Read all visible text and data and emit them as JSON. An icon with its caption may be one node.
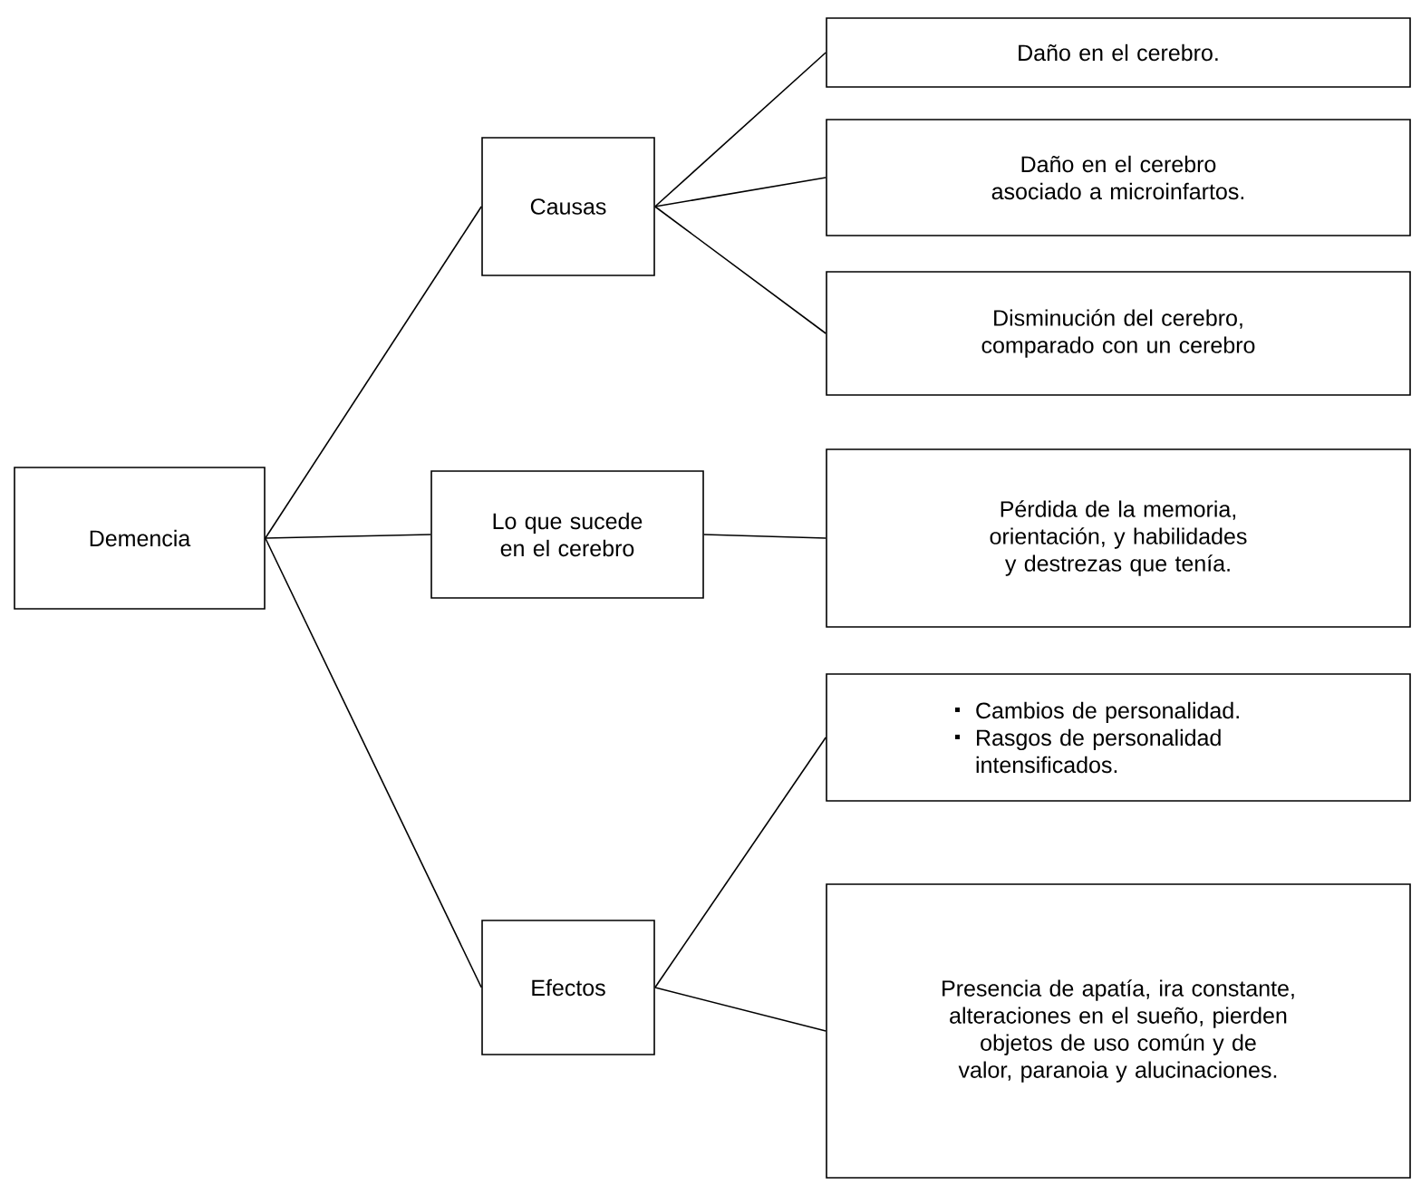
{
  "diagram": {
    "nodes": [
      {
        "text": [
          "Demencia"
        ]
      },
      {
        "text": [
          "Causas"
        ]
      },
      {
        "text": [
          "Lo que sucede en el cerebro"
        ]
      },
      {
        "text": [
          "Efectos"
        ]
      },
      {
        "text": [
          "Daño en el cerebro."
        ]
      },
      {
        "text": [
          "Daño en el cerebro asociado a microinfartos."
        ]
      },
      {
        "text": [
          "Disminución del cerebro, comparado con un cerebro"
        ]
      },
      {
        "text": [
          "Pérdida de la memoria, orientación, y habilidades y destrezas que tenía."
        ]
      },
      {
        "text": [
          "Cambios de personalidad.",
          "Rasgos de personalidad intensificados."
        ]
      },
      {
        "text": [
          "Presencia de apatía, ira constante, alteraciones en el sueño, pierden objetos de uso común y de valor, paranoia y alucinaciones."
        ]
      }
    ],
    "edges": [
      {
        "from": 0,
        "to": 1,
        "arrow": "none"
      },
      {
        "from": 0,
        "to": 2,
        "arrow": "none"
      },
      {
        "from": 0,
        "to": 3,
        "arrow": "none"
      },
      {
        "from": 1,
        "to": 4,
        "arrow": "none"
      },
      {
        "from": 1,
        "to": 5,
        "arrow": "none"
      },
      {
        "from": 1,
        "to": 6,
        "arrow": "none"
      },
      {
        "from": 2,
        "to": 7,
        "arrow": "none"
      },
      {
        "from": 3,
        "to": 8,
        "arrow": "none"
      },
      {
        "from": 3,
        "to": 9,
        "arrow": "none"
      }
    ]
  }
}
